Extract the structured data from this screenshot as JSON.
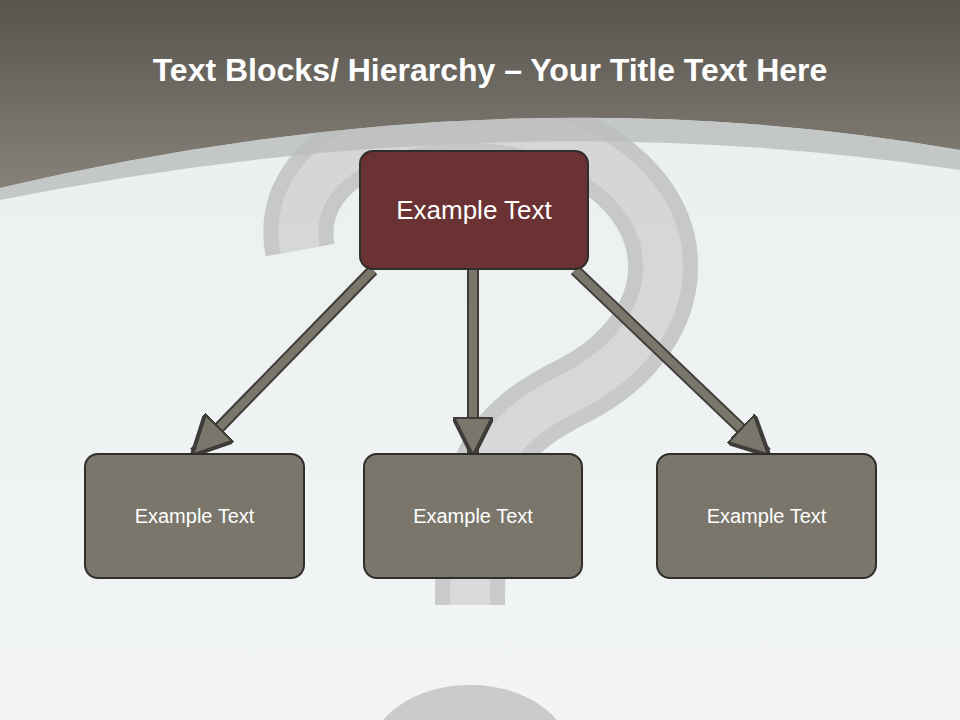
{
  "diagram": {
    "title": "Text Blocks/ Hierarchy – Your Title Text Here",
    "nodes": [
      {
        "text": [
          "Example Text"
        ]
      },
      {
        "text": [
          "Example Text"
        ]
      },
      {
        "text": [
          "Example Text"
        ]
      },
      {
        "text": [
          "Example Text"
        ]
      }
    ],
    "edges": [
      {
        "from": 0,
        "to": 1,
        "arrow": "to"
      },
      {
        "from": 0,
        "to": 2,
        "arrow": "to"
      },
      {
        "from": 0,
        "to": 3,
        "arrow": "to"
      }
    ]
  }
}
